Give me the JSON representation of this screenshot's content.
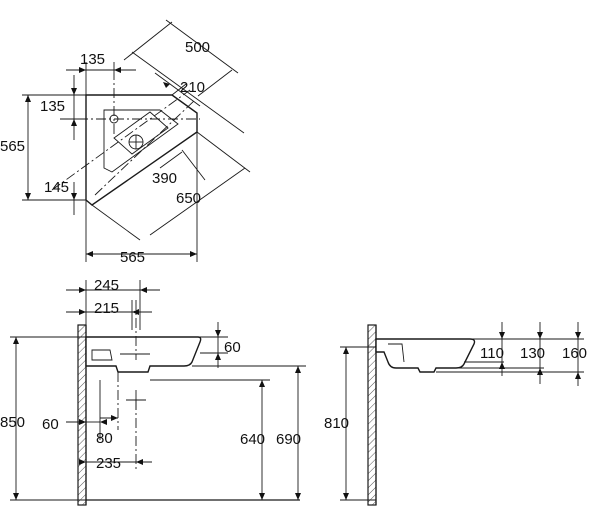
{
  "colors": {
    "line": "#1a1a1a",
    "background": "#ffffff",
    "wall_hatch": "#555555"
  },
  "top_view": {
    "dim_135_top": "135",
    "dim_500": "500",
    "dim_210": "210",
    "dim_135_left": "135",
    "dim_565_left": "565",
    "dim_145": "145",
    "dim_390": "390",
    "dim_650": "650",
    "dim_565_bottom": "565"
  },
  "front_view": {
    "dim_245": "245",
    "dim_215": "215",
    "dim_60_right": "60",
    "dim_850": "850",
    "dim_60_left": "60",
    "dim_80": "80",
    "dim_235": "235",
    "dim_640": "640",
    "dim_690": "690"
  },
  "side_view": {
    "dim_810": "810",
    "dim_110": "110",
    "dim_130": "130",
    "dim_160": "160"
  }
}
